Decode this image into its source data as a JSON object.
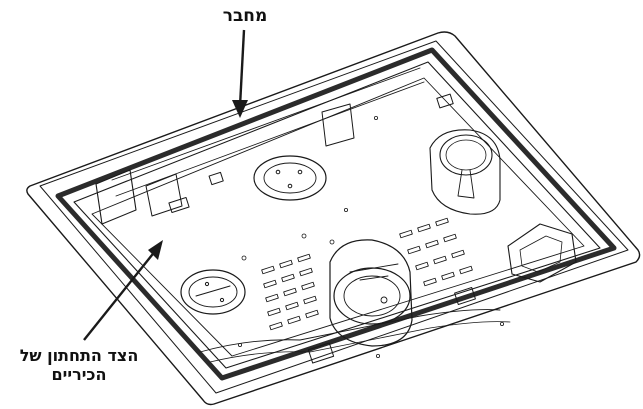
{
  "labels": {
    "connector": "מחבר",
    "underside_line1": "הצד התחתון של",
    "underside_line2": "הכיריים"
  },
  "colors": {
    "line": "#1a1a1a",
    "gasket": "#2b2b2b",
    "background": "#ffffff"
  }
}
